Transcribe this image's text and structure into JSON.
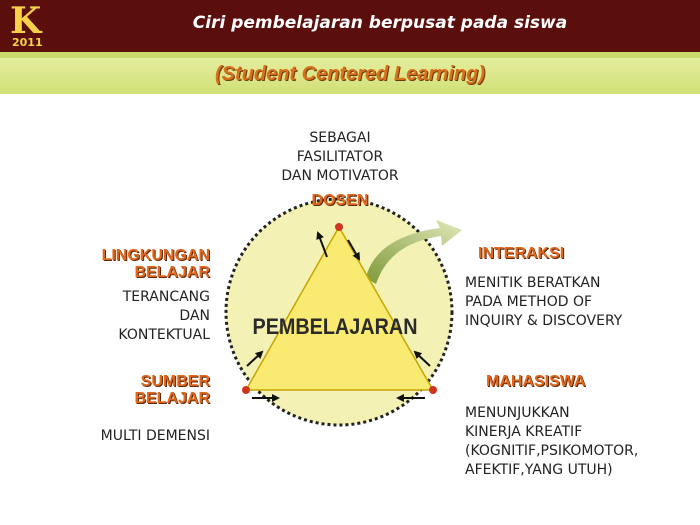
{
  "header": {
    "logo_letter": "K",
    "logo_year": "2011",
    "title": "Ciri pembelajaran berpusat pada siswa",
    "subtitle": "(Student Centered Learning)"
  },
  "diagram": {
    "center_label": "PEMBELAJARAN",
    "top": {
      "description": [
        "SEBAGAI",
        "FASILITATOR",
        "DAN MOTIVATOR"
      ],
      "heading": "DOSEN"
    },
    "left_top": {
      "heading": [
        "LINGKUNGAN",
        "BELAJAR"
      ],
      "description": [
        "TERANCANG",
        "DAN",
        "KONTEKTUAL"
      ]
    },
    "left_bottom": {
      "heading": [
        "SUMBER",
        "BELAJAR"
      ],
      "description": [
        "MULTI DEMENSI"
      ]
    },
    "right_top": {
      "heading": "INTERAKSI",
      "description": [
        "MENITIK BERATKAN",
        "PADA METHOD OF",
        "INQUIRY & DISCOVERY"
      ]
    },
    "right_bottom": {
      "heading": "MAHASISWA",
      "description": [
        "MENUNJUKKAN",
        "KINERJA KREATIF",
        "(KOGNITIF,PSIKOMOTOR,",
        "AFEKTIF,YANG UTUH)"
      ]
    },
    "colors": {
      "circle_fill": "#f4f1b4",
      "triangle_fill": "#f9ea72",
      "heading": "#e2661c",
      "header_bg": "#5a0f0c",
      "band": "#d1e076"
    }
  }
}
